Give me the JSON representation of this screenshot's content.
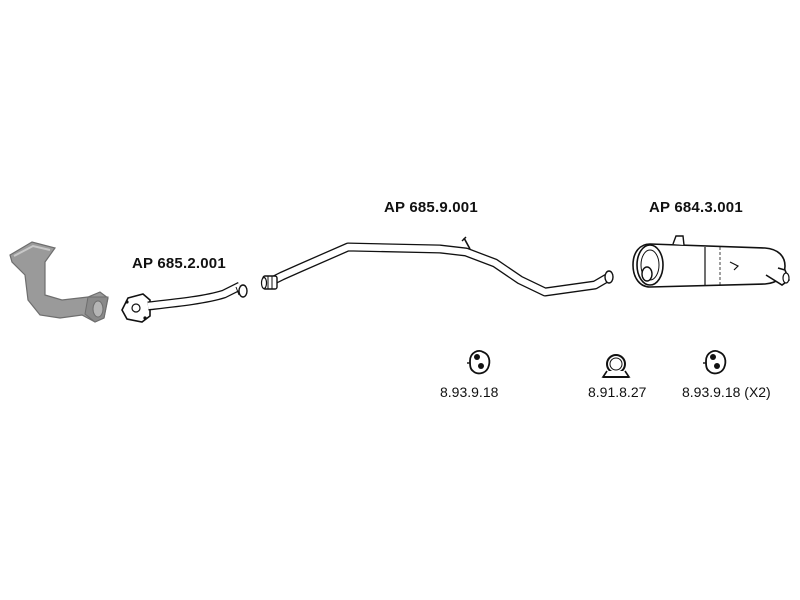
{
  "parts": [
    {
      "id": "catalytic-converter",
      "label": ""
    },
    {
      "id": "front-pipe",
      "label": "AP 685.2.001"
    },
    {
      "id": "middle-pipe",
      "label": "AP 685.9.001"
    },
    {
      "id": "rear-silencer",
      "label": "AP 684.3.001"
    }
  ],
  "accessories": [
    {
      "id": "rubber-mount-1",
      "label": "8.93.9.18"
    },
    {
      "id": "clamp",
      "label": "8.91.8.27"
    },
    {
      "id": "rubber-mount-2",
      "label": "8.93.9.18 (X2)"
    }
  ],
  "colors": {
    "line": "#111111",
    "catalyst_fill": "#9a9a9a",
    "silencer_fill": "#ffffff",
    "background": "#ffffff"
  }
}
